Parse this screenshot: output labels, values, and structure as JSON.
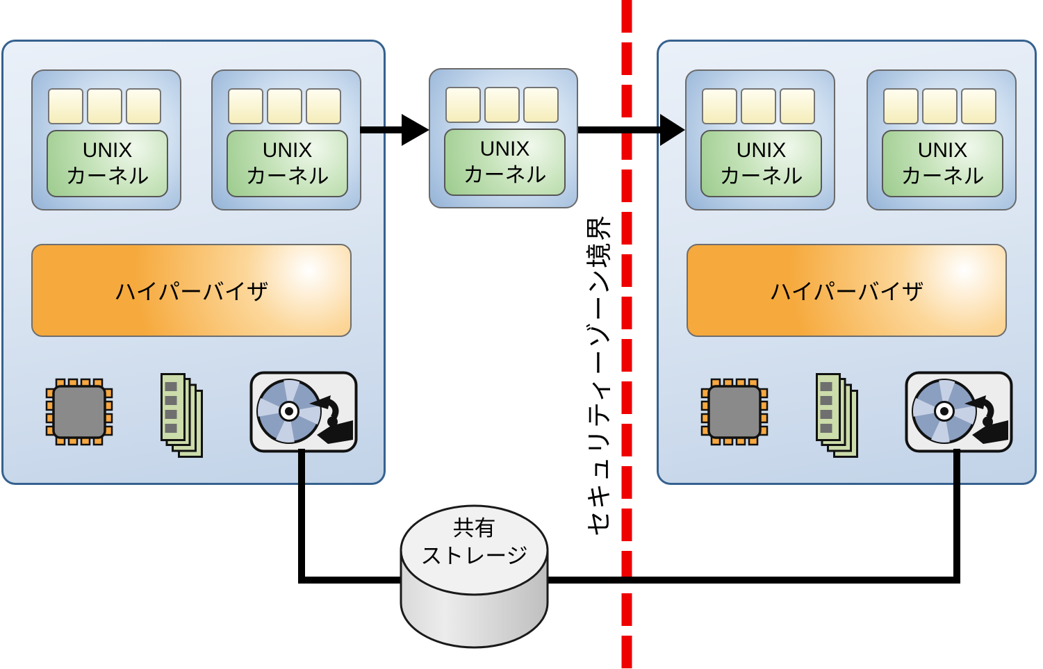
{
  "labels": {
    "kernel_line1": "UNIX",
    "kernel_line2": "カーネル",
    "hypervisor": "ハイパーバイザ",
    "storage_line1": "共有",
    "storage_line2": "ストレージ",
    "security_boundary": "セキュリティーゾーン境界"
  },
  "icons": {
    "cpu": "cpu-chip-icon",
    "memory": "memory-modules-icon",
    "disk": "disk-drive-icon",
    "storage": "shared-storage-cylinder",
    "migration": "migration-arrow"
  },
  "colors": {
    "boundary": "#ee0000",
    "arrow": "#000000",
    "host_border": "#35618e",
    "host_top": "#eaf0f8",
    "host_bottom": "#c2d3e8",
    "vm_center": "#eef4fb",
    "vm_edge": "#94b3d7",
    "app_top": "#fffdf0",
    "app_bottom": "#f5edba",
    "kernel_light": "#f0f8ec",
    "kernel_edge": "#9ccb8d",
    "hyper": "#f6a93c",
    "cpu_body": "#8a8a8a",
    "cpu_pin": "#f7a841",
    "mem_board": "#ccdcaa",
    "mem_chip": "#6f6f6f",
    "disc": "#8b9fc0",
    "disc_sector": "#c7d1e5",
    "cyl": "#f1f1f1"
  }
}
